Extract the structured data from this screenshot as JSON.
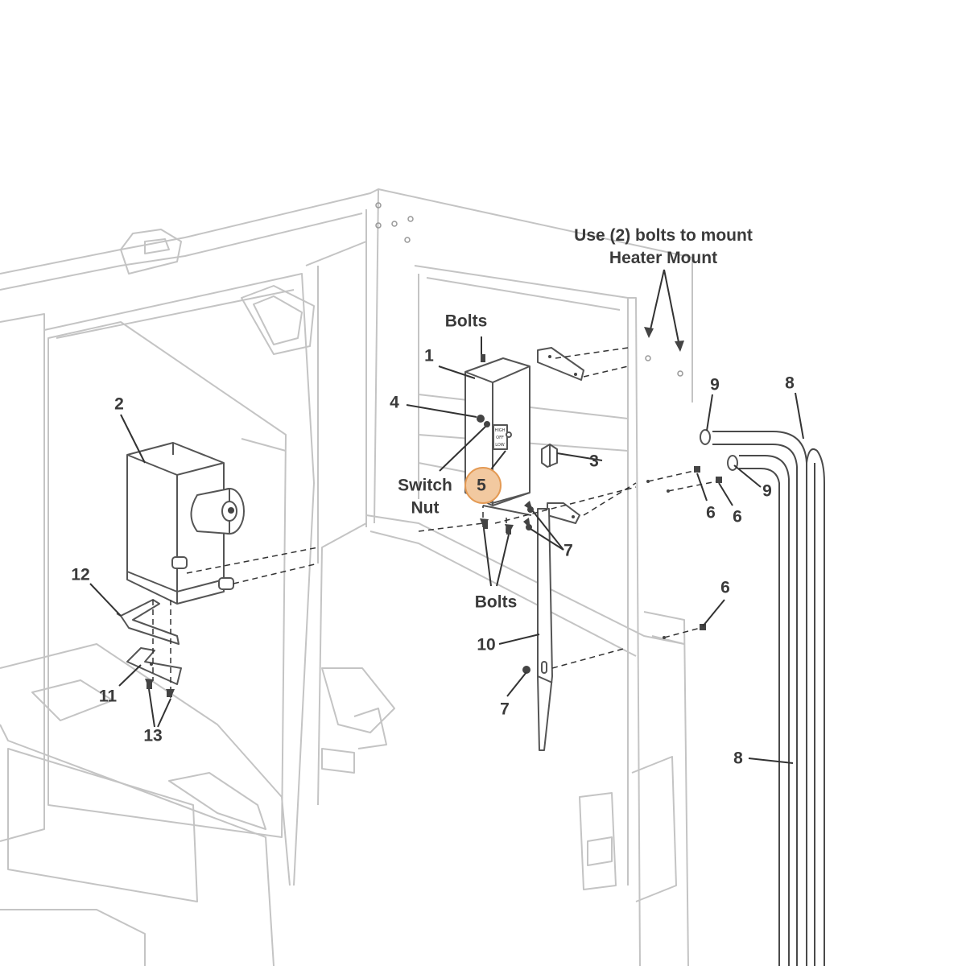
{
  "note": {
    "line1": "Use (2) bolts to mount",
    "line2": "Heater Mount"
  },
  "labels": {
    "bolts_top": "Bolts",
    "bolts_bottom": "Bolts",
    "switch": "Switch",
    "nut": "Nut",
    "part_1": "1",
    "part_2": "2",
    "part_3": "3",
    "part_4": "4",
    "part_5": "5",
    "part_6a": "6",
    "part_6b": "6",
    "part_6c": "6",
    "part_7a": "7",
    "part_7b": "7",
    "part_8a": "8",
    "part_8b": "8",
    "part_9a": "9",
    "part_9b": "9",
    "part_10": "10",
    "part_11": "11",
    "part_12": "12",
    "part_13": "13"
  },
  "switch_panel": {
    "high": "HIGH",
    "off": "OFF",
    "low": "LOW"
  },
  "colors": {
    "callout_fill": "#f2c9a0",
    "callout_stroke": "#e49a54",
    "cab_outline": "#c4c4c4",
    "part_outline": "#555555"
  }
}
